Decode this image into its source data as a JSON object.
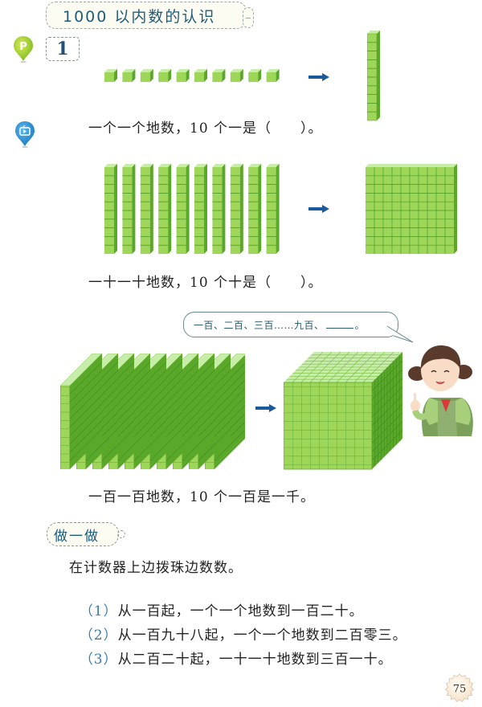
{
  "header": {
    "title": "1000 以内数的认识",
    "example_number": "1"
  },
  "icons": {
    "top_pin": "p-pin-icon",
    "video_pin": "video-pin-icon"
  },
  "section1": {
    "caption": "一个一个地数，10 个一是（　　）。",
    "unit_cubes": 10,
    "result": "ten-rod"
  },
  "section2": {
    "caption": "一十一十地数，10 个十是（　　）。",
    "ten_rods": 10,
    "result": "hundred-flat"
  },
  "section3": {
    "speech_bubble": "一百、二百、三百……九百、",
    "speech_bubble_end": "。",
    "hundred_flats": 10,
    "result": "thousand-cube",
    "caption": "一百一百地数，10 个一百是一千。"
  },
  "practice": {
    "label": "做一做",
    "intro": "在计数器上边拨珠边数数。",
    "items": [
      {
        "num": "（1）",
        "text": "从一百起，一个一个地数到一百二十。"
      },
      {
        "num": "（2）",
        "text": "从一百九十八起，一个一个地数到二百零三。"
      },
      {
        "num": "（3）",
        "text": "从二百二十起，一十一十地数到三百一十。"
      }
    ]
  },
  "footer": {
    "page_number": "75"
  },
  "colors": {
    "title_blue": "#1f5b7a",
    "arrow_blue": "#1a5a9a",
    "cube_green": "#9ed65a",
    "cube_dark": "#5aa82a",
    "cube_top": "#c8ecaa"
  }
}
